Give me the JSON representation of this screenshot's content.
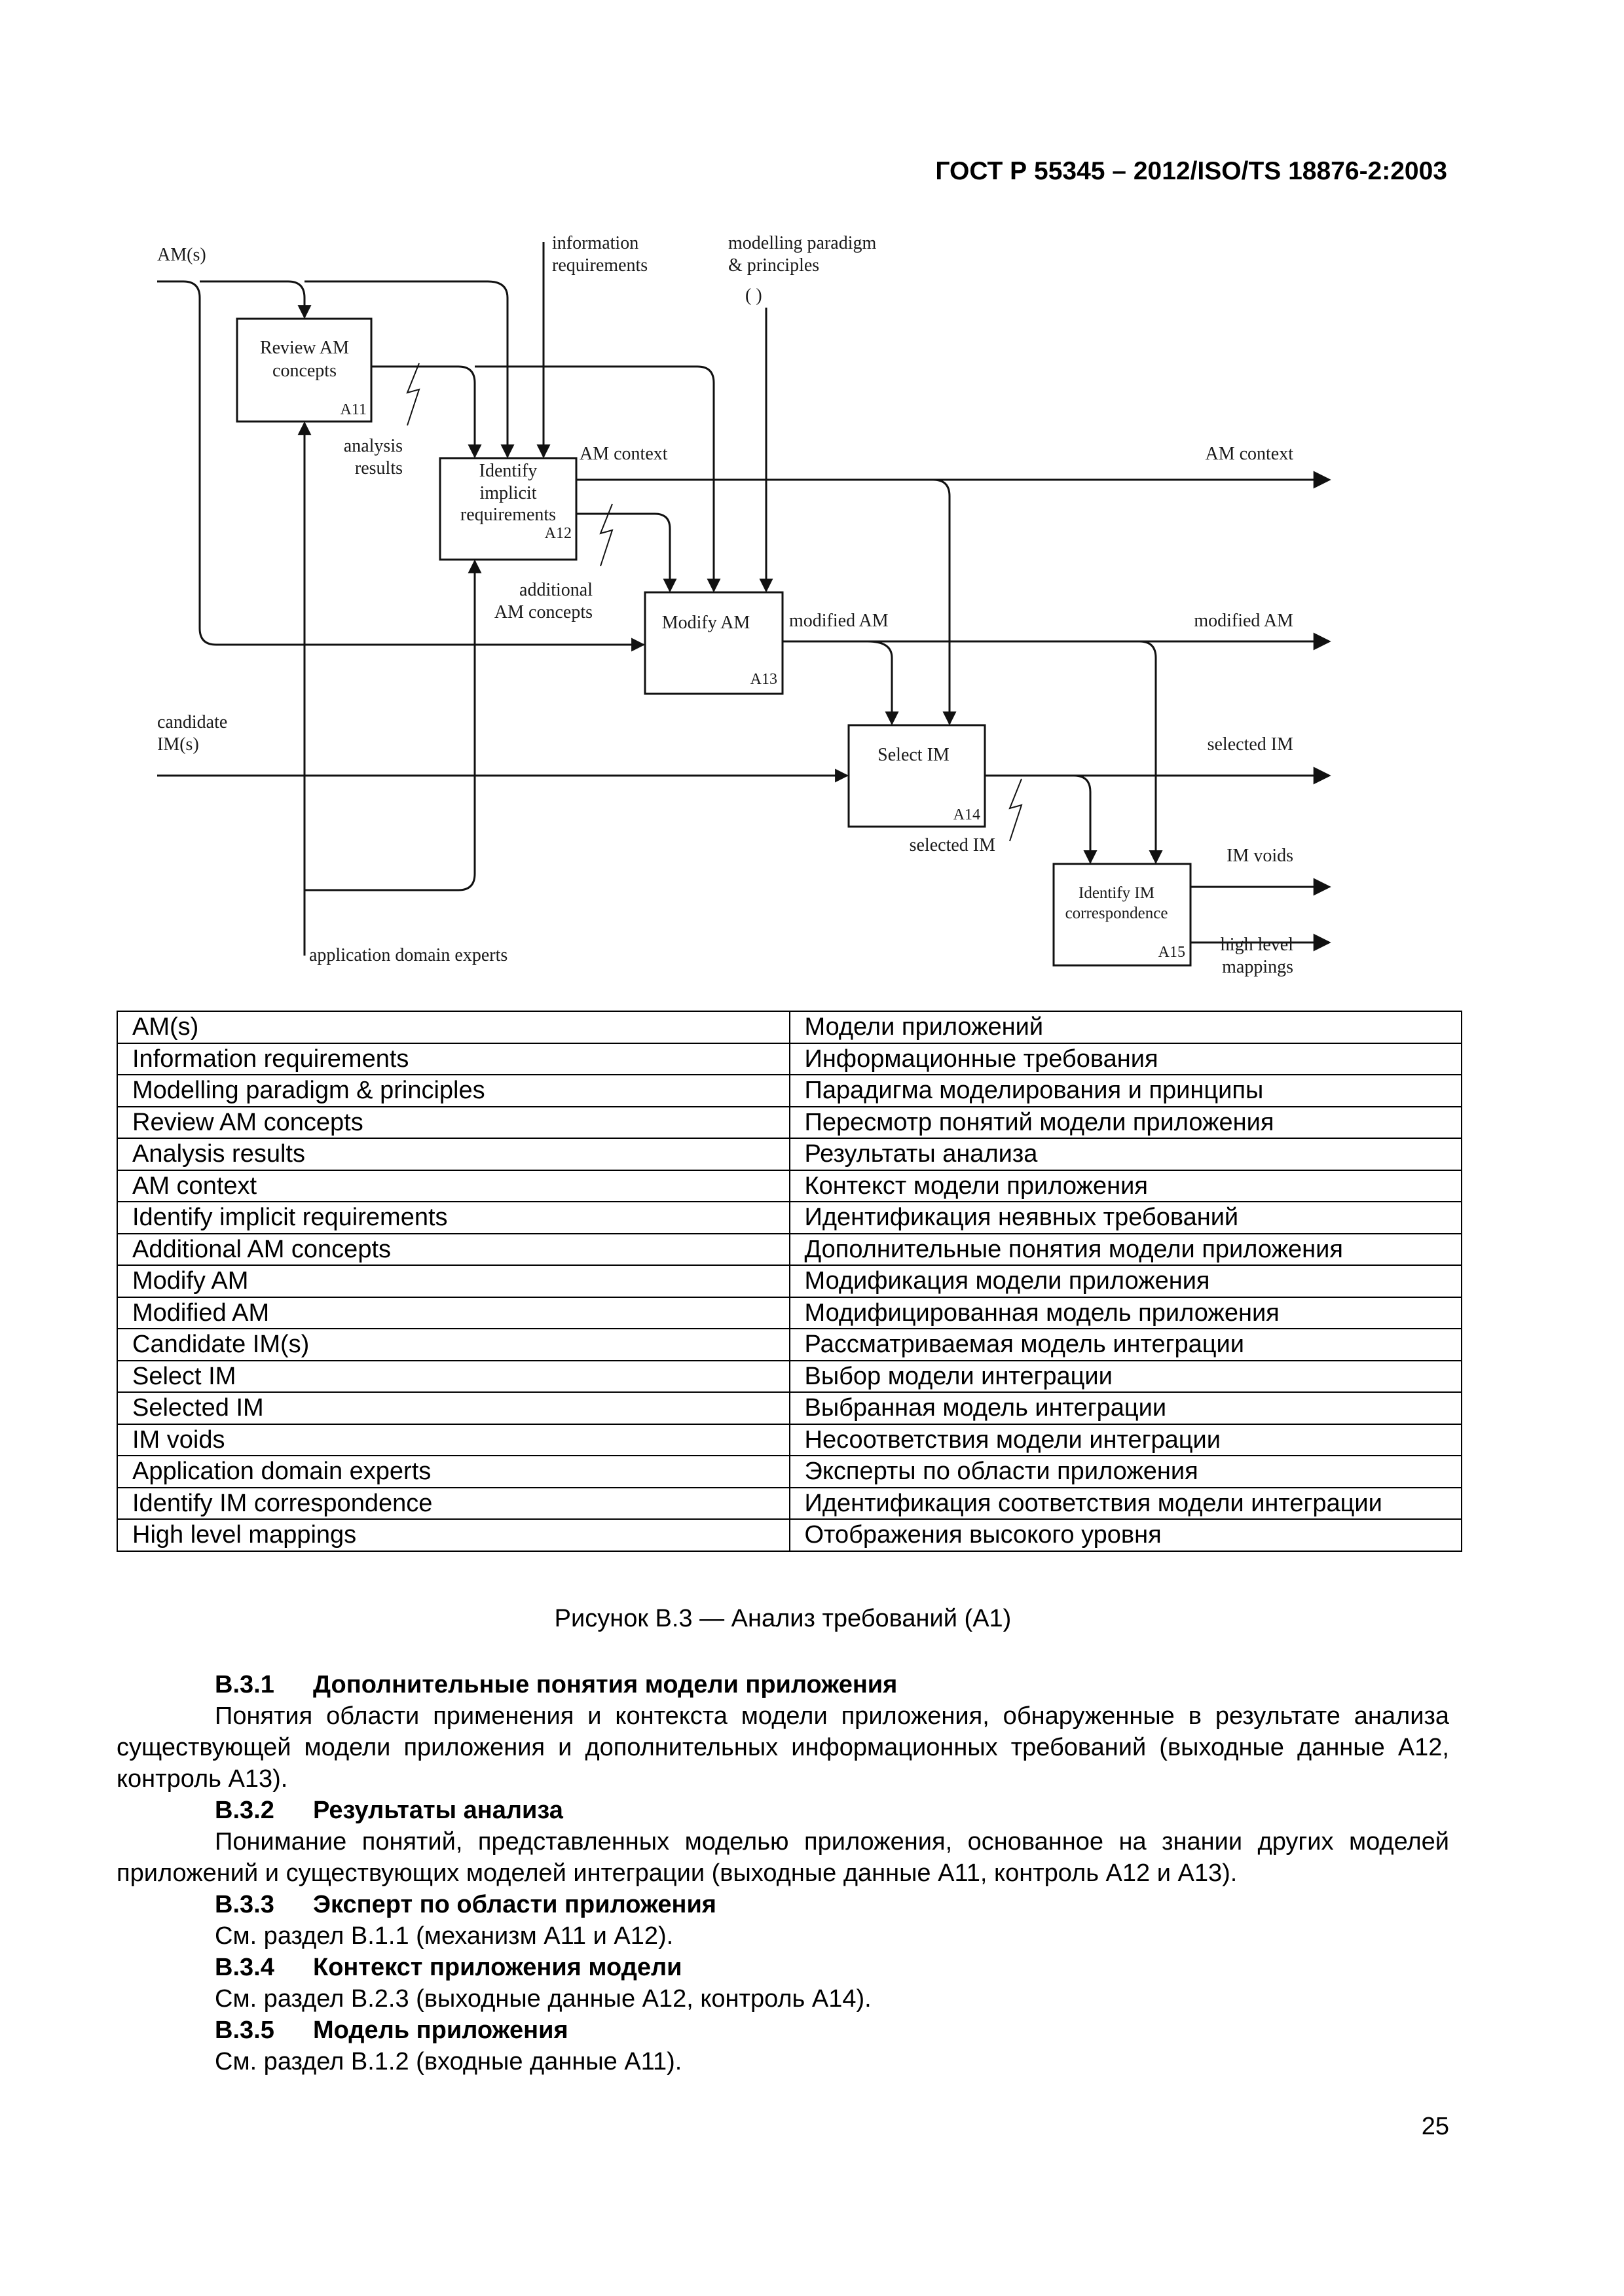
{
  "header": {
    "doc_id": "ГОСТ Р 55345 – 2012/ISO/TS 18876-2:2003"
  },
  "diagram": {
    "boxes": {
      "a11": {
        "title_l1": "Review AM",
        "title_l2": "concepts",
        "id": "A11"
      },
      "a12": {
        "title_l1": "Identify",
        "title_l2": "implicit",
        "title_l3": "requirements",
        "id": "A12"
      },
      "a13": {
        "title_l1": "Modify AM",
        "id": "A13"
      },
      "a14": {
        "title_l1": "Select IM",
        "id": "A14"
      },
      "a15": {
        "title_l1": "Identify IM",
        "title_l2": "correspondence",
        "id": "A15"
      }
    },
    "labels": {
      "ams": "AM(s)",
      "info_req_l1": "information",
      "info_req_l2": "requirements",
      "paradigm_l1": "modelling paradigm",
      "paradigm_l2": "& principles",
      "paren": "(   )",
      "analysis_l1": "analysis",
      "analysis_l2": "results",
      "am_context_inner": "AM context",
      "am_context_out": "AM context",
      "additional_l1": "additional",
      "additional_l2": "AM concepts",
      "modified_inner": "modified AM",
      "modified_out": "modified AM",
      "candidate_l1": "candidate",
      "candidate_l2": "IM(s)",
      "selected_out": "selected IM",
      "selected_inner": "selected IM",
      "im_voids": "IM voids",
      "high_level_l1": "high level",
      "high_level_l2": "mappings",
      "experts": "application domain experts"
    }
  },
  "glossary": {
    "rows": [
      {
        "en": "AM(s)",
        "ru": "Модели приложений"
      },
      {
        "en": "Information requirements",
        "ru": "Информационные требования"
      },
      {
        "en": "Modelling paradigm & principles",
        "ru": "Парадигма моделирования и принципы"
      },
      {
        "en": "Review AM concepts",
        "ru": "Пересмотр понятий модели приложения"
      },
      {
        "en": "Analysis results",
        "ru": "Результаты анализа"
      },
      {
        "en": "AM context",
        "ru": "Контекст модели приложения"
      },
      {
        "en": "Identify implicit requirements",
        "ru": "Идентификация неявных требований"
      },
      {
        "en": "Additional AM concepts",
        "ru": "Дополнительные понятия модели приложения"
      },
      {
        "en": "Modify AM",
        "ru": "Модификация модели приложения"
      },
      {
        "en": "Modified AM",
        "ru": "Модифицированная модель приложения"
      },
      {
        "en": "Candidate IM(s)",
        "ru": "Рассматриваемая модель интеграции"
      },
      {
        "en": "Select IM",
        "ru": "Выбор модели интеграции"
      },
      {
        "en": "Selected IM",
        "ru": "Выбранная модель интеграции"
      },
      {
        "en": "IM voids",
        "ru": "Несоответствия модели интеграции"
      },
      {
        "en": "Application domain experts",
        "ru": "Эксперты по области приложения"
      },
      {
        "en": "Identify IM correspondence",
        "ru": "Идентификация соответствия модели интеграции"
      },
      {
        "en": "High level mappings",
        "ru": "Отображения высокого уровня"
      }
    ]
  },
  "caption": "Рисунок В.3 — Анализ требований (А1)",
  "sections": {
    "s1": {
      "num": "В.3.1",
      "title": "Дополнительные понятия модели приложения",
      "text": "Понятия области применения и контекста модели приложения, обнаруженные в результате анализа существующей модели приложения и дополнительных информационных требований (выходные данные А12, контроль А13)."
    },
    "s2": {
      "num": "В.3.2",
      "title": "Результаты анализа",
      "text": "Понимание понятий, представленных моделью приложения, основанное на знании других моделей приложений и существующих моделей интеграции (выходные данные А11, контроль А12 и А13)."
    },
    "s3": {
      "num": "В.3.3",
      "title": "Эксперт по области приложения",
      "text": "См. раздел В.1.1 (механизм А11 и А12)."
    },
    "s4": {
      "num": "В.3.4",
      "title": "Контекст приложения модели",
      "text": "См. раздел В.2.3 (выходные данные А12, контроль А14)."
    },
    "s5": {
      "num": "В.3.5",
      "title": "Модель приложения",
      "text": "См. раздел В.1.2 (входные данные А11)."
    }
  },
  "page_number": "25"
}
